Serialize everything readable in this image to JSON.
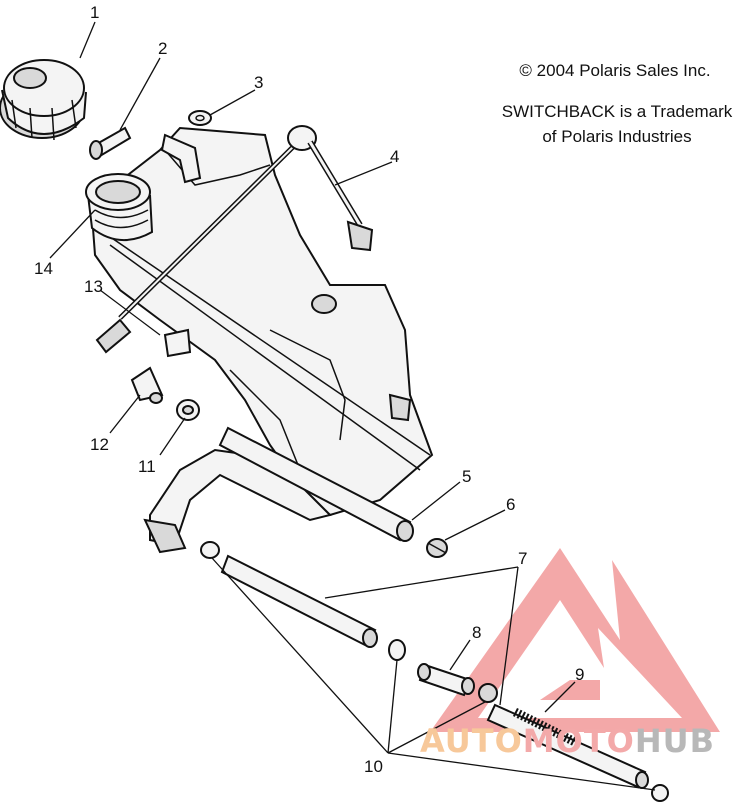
{
  "copyright_line": "© 2004 Polaris Sales Inc.",
  "trademark_line_1": "SWITCHBACK is a Trademark",
  "trademark_line_2": "of Polaris Industries",
  "part_labels": [
    "1",
    "2",
    "3",
    "4",
    "5",
    "6",
    "7",
    "8",
    "9",
    "10",
    "11",
    "12",
    "13",
    "14"
  ],
  "watermark": {
    "part_1": "AUTO",
    "part_2": "MOTO",
    "part_3": "HUB",
    "color_auto": "#f7c89a",
    "color_moto": "#f3a9a9",
    "color_hub": "#b8b8b8",
    "color_logo": "#f08a8a"
  }
}
